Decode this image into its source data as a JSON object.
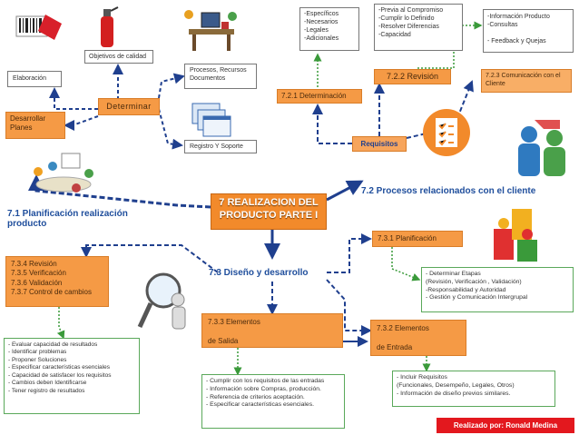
{
  "center_title": "7 REALIZACION DEL PRODUCTO PARTE I",
  "headings": {
    "planificacion": "7.1 Planificación  realización producto",
    "diseno": "7.3 Diseño y desarrollo",
    "procesos_cliente": "7.2 Procesos relacionados  con el cliente"
  },
  "left": {
    "elaboracion": "Elaboración",
    "objetivos": "Objetivos de calidad",
    "procesos_recursos": "Procesos, Recursos\n Documentos",
    "determinar": "Determinar",
    "desarrollar_planes": "Desarrollar\nPlanes",
    "registro_soporte": "Registro  Y Soporte"
  },
  "top_right": {
    "requisitos": "Requisitos",
    "det_721": "7.2.1 Determinación",
    "det_items": "-Específicos\n-Necesarios\n-Legales\n-Adicionales",
    "rev_722": "7.2.2 Revisión",
    "rev_items": "-Previa  al Compromiso\n-Cumplir lo  Definido\n-Resolver Diferencias\n-Capacidad",
    "com_723": "7.2.3 Comunicación  con el Cliente",
    "com_items": "-Información Producto\n-Consultas\n\n- Feedback y Quejas"
  },
  "bottom_left": {
    "revision_list": "7.3.4  Revisión\n7.3.5  Verificación\n7.3.6 Validación\n7.3.7 Control de cambios",
    "evaluar_list": "- Evaluar capacidad de resultados\n- Identificar problemas\n- Proponer Soluciones\n- Especificar características esenciales\n- Capacidad de satisfacer los requisitos\n-  Cambios deben Identificarse\n- Tener registro de resultados"
  },
  "bottom_center": {
    "salida_733": "7.3.3  Elementos\n\nde Salida",
    "salida_items": "- Cumplir con los  requisitos de las entradas\n- Información sobre Compras, producción.\n- Referencia de criterios aceptación.\n- Especificar características  esenciales."
  },
  "bottom_right": {
    "planificacion_731": "7.3.1 Planificación",
    "etapas_items": "- Determinar Etapas\n(Revisión, Verificación , Validación)\n-Responsabilidad  y Autoridad\n- Gestión y Comunicación Intergrupal",
    "entrada_732": "7.3.2  Elementos\n\nde Entrada",
    "entrada_items": "- Incluir Requisitos\n(Funcionales, Desempeño, Legales, Otros)\n- Información de diseño previos similares."
  },
  "credit": "Realizado por: Ronald Medina",
  "colors": {
    "orange": "#f59a45",
    "arrow_blue": "#1f3f8e",
    "dotted_green": "#3a9a3a",
    "heading_blue": "#1f4e9c",
    "credit_red": "#e3181e"
  },
  "icons": [
    "barcode-icon",
    "fire-extinguisher-icon",
    "office-desk-icon",
    "windows-stack-icon",
    "meeting-people-icon",
    "checklist-clipboard-icon",
    "customers-talk-icon",
    "puzzle-people-icon",
    "magnifier-person-icon"
  ]
}
